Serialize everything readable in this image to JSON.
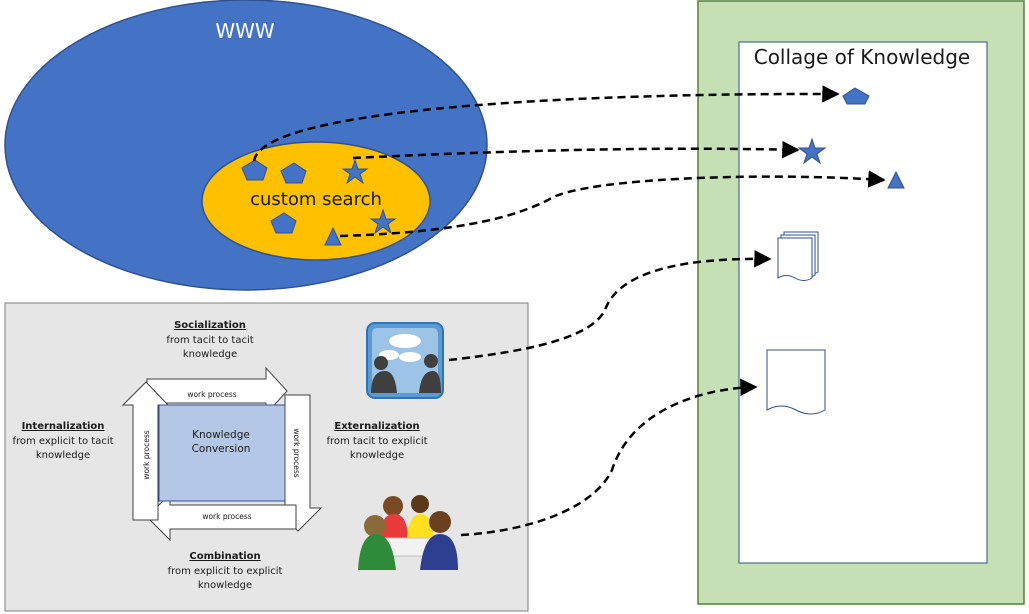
{
  "www": {
    "label": "WWW"
  },
  "custom_search": {
    "label": "custom search"
  },
  "collage": {
    "title": "Collage of Knowledge"
  },
  "seci": {
    "center_line1": "Knowledge",
    "center_line2": "Conversion",
    "socialization": {
      "title": "Socialization",
      "line1": "from tacit to tacit",
      "line2": "knowledge"
    },
    "externalization": {
      "title": "Externalization",
      "line1": "from tacit to explicit",
      "line2": "knowledge"
    },
    "combination": {
      "title": "Combination",
      "line1": "from explicit to explicit",
      "line2": "knowledge"
    },
    "internalization": {
      "title": "Internalization",
      "line1": "from explicit to tacit",
      "line2": "knowledge"
    },
    "work_process": "work process"
  },
  "colors": {
    "www_blue": "#4472c4",
    "search_orange": "#ffc000",
    "collage_green": "#c5e0b4",
    "seci_gray": "#e7e6e6",
    "center_blue": "#b4c7e7"
  },
  "icons": [
    "pentagon-icon",
    "star-icon",
    "triangle-icon",
    "documents-icon",
    "document-icon",
    "chat-icon",
    "meeting-icon"
  ]
}
